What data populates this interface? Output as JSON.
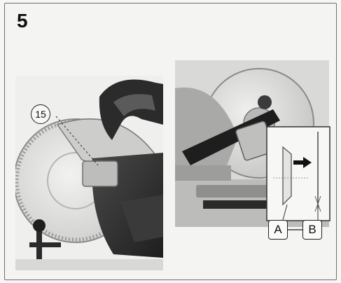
{
  "step": {
    "number": "5"
  },
  "callouts": {
    "part_number": "15",
    "label_a": "A",
    "label_b": "B"
  },
  "icons": {
    "arrow": "arrow-right-icon"
  }
}
